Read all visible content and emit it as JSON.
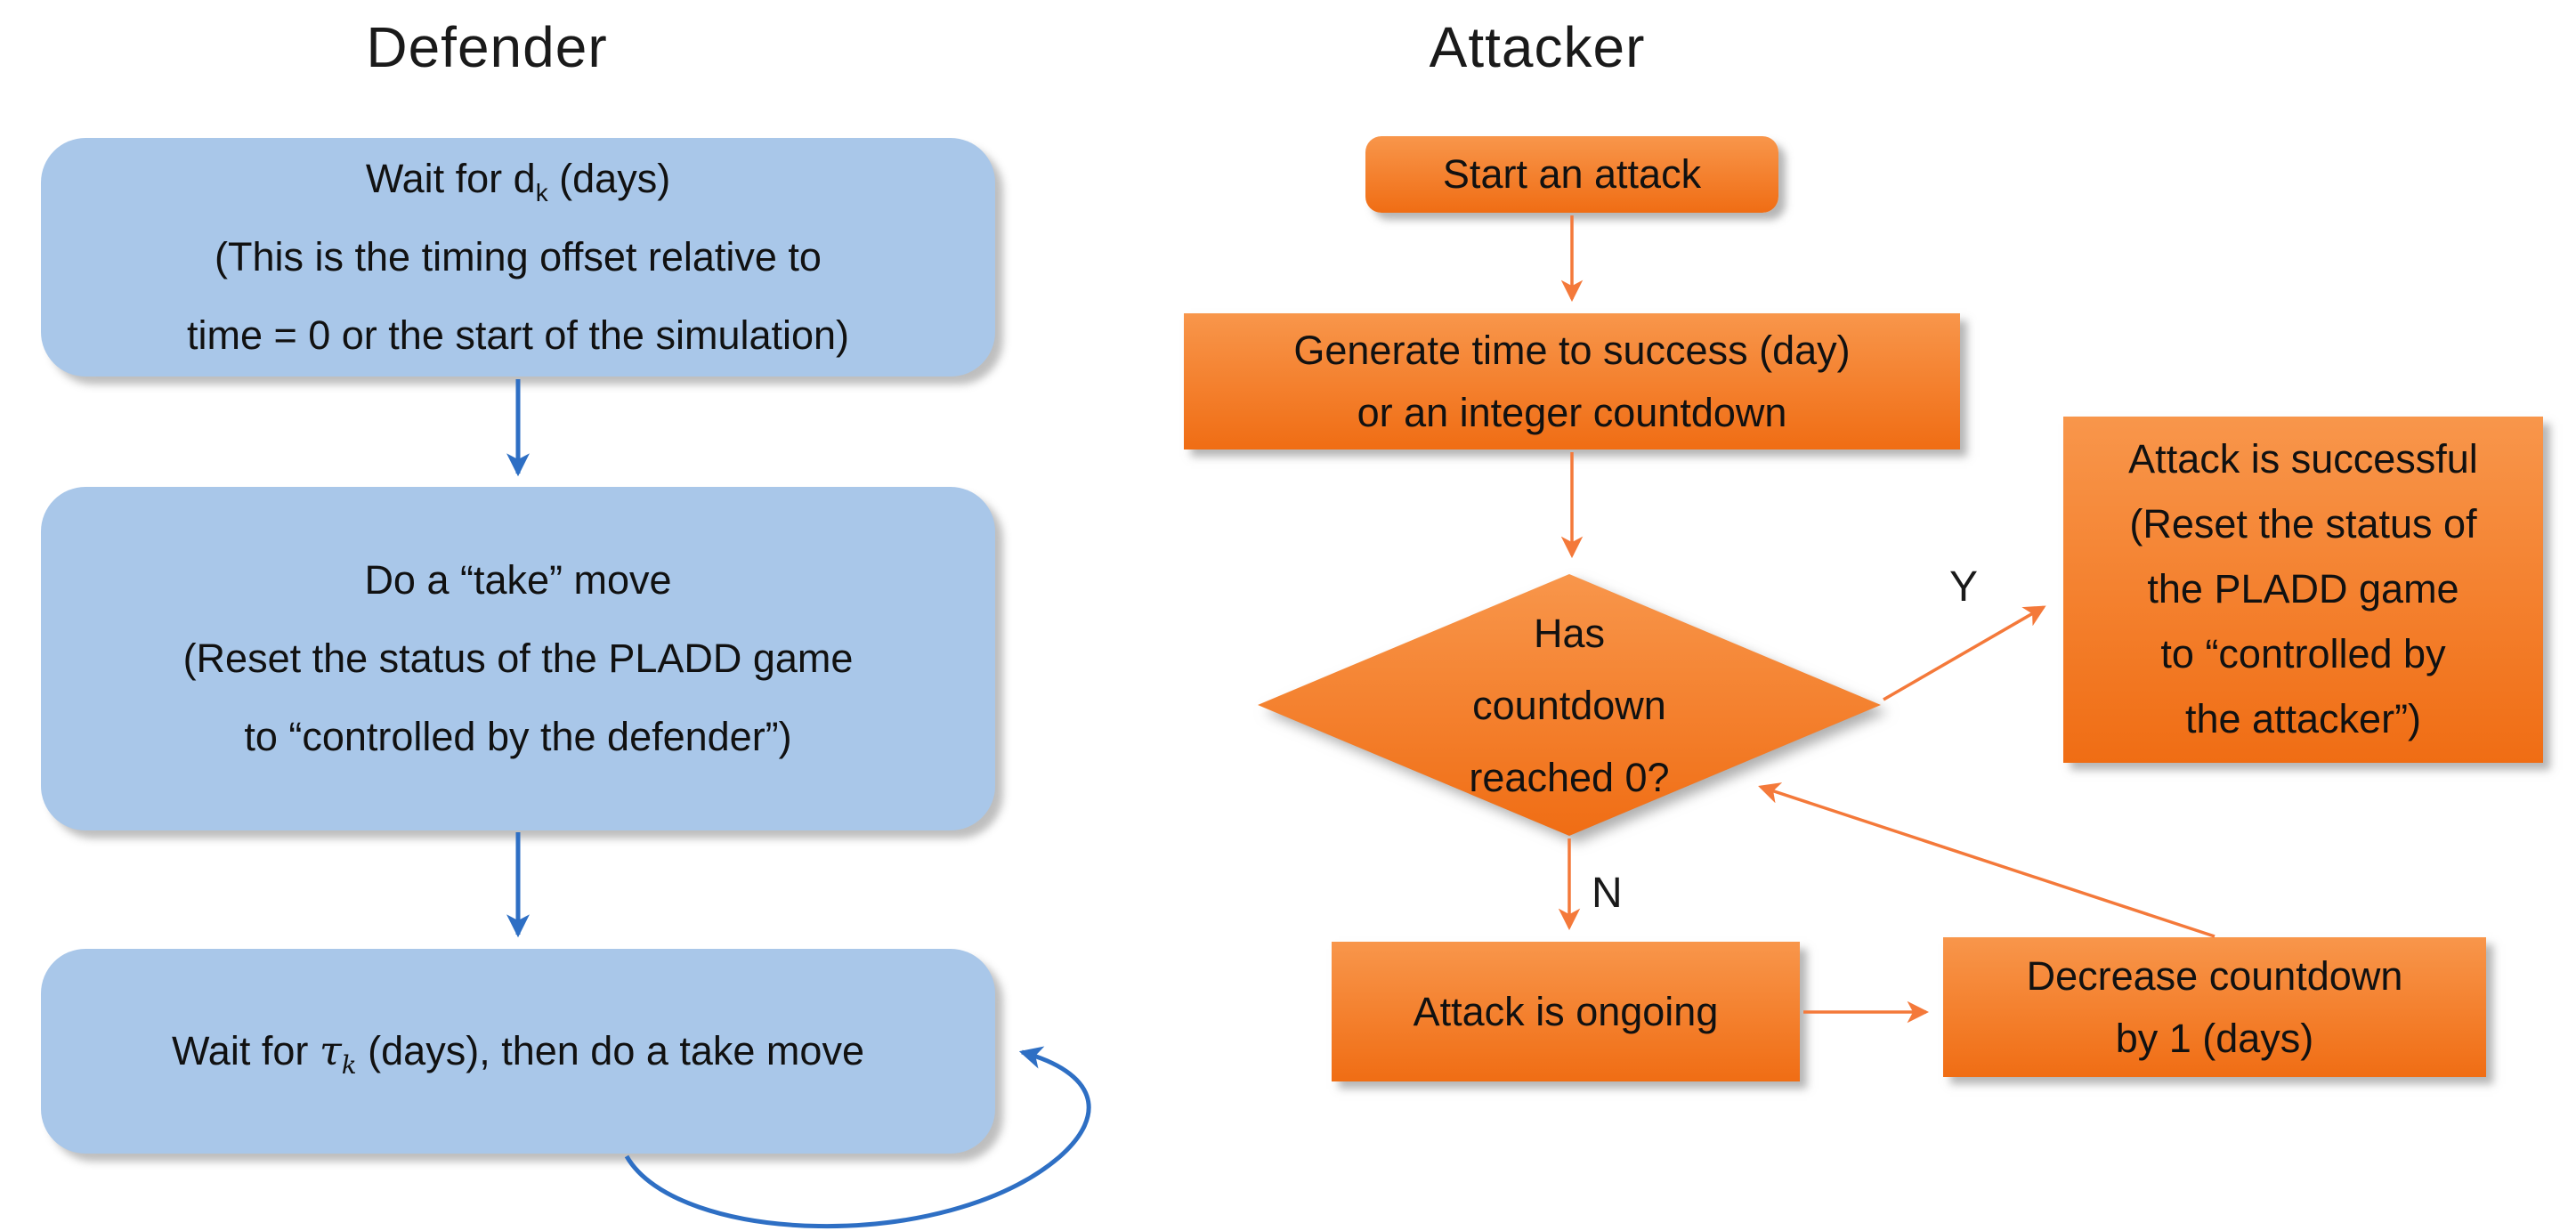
{
  "colors": {
    "box_blue": "#A9C7E9",
    "arrow_blue": "#2E6FC4",
    "orange_light": "#F8964B",
    "orange_dark": "#F06D14",
    "arrow_orange": "#F4793A",
    "text": "#121212",
    "background": "#FFFFFF"
  },
  "defender": {
    "title": "Defender",
    "wait_offset_box": {
      "line1_pre": "Wait for d",
      "line1_sub": "k",
      "line1_post": " (days)",
      "line2": "(This is the timing offset relative to",
      "line3": "time = 0 or the start of the simulation)"
    },
    "take_move_box": {
      "line1": "Do a “take” move",
      "line2": "(Reset the status of the PLADD game",
      "line3": "to “controlled by the defender”)"
    },
    "wait_tau_box": {
      "pre": "Wait for ",
      "tau": "τ",
      "tau_sub": "k",
      "post": " (days), then do a take move"
    }
  },
  "attacker": {
    "title": "Attacker",
    "start_box": "Start an attack",
    "generate_box": {
      "line1": "Generate time to success (day)",
      "line2": "or an integer countdown"
    },
    "decision_diamond": {
      "line1": "Has",
      "line2": "countdown",
      "line3": "reached 0?"
    },
    "success_box": {
      "line1": "Attack is successful",
      "line2": "(Reset the status of",
      "line3": "the PLADD game",
      "line4": "to “controlled by",
      "line5": "the attacker”)"
    },
    "ongoing_box": "Attack is ongoing",
    "decrease_box": {
      "line1": "Decrease countdown",
      "line2": "by 1 (days)"
    },
    "yes_label": "Y",
    "no_label": "N"
  }
}
